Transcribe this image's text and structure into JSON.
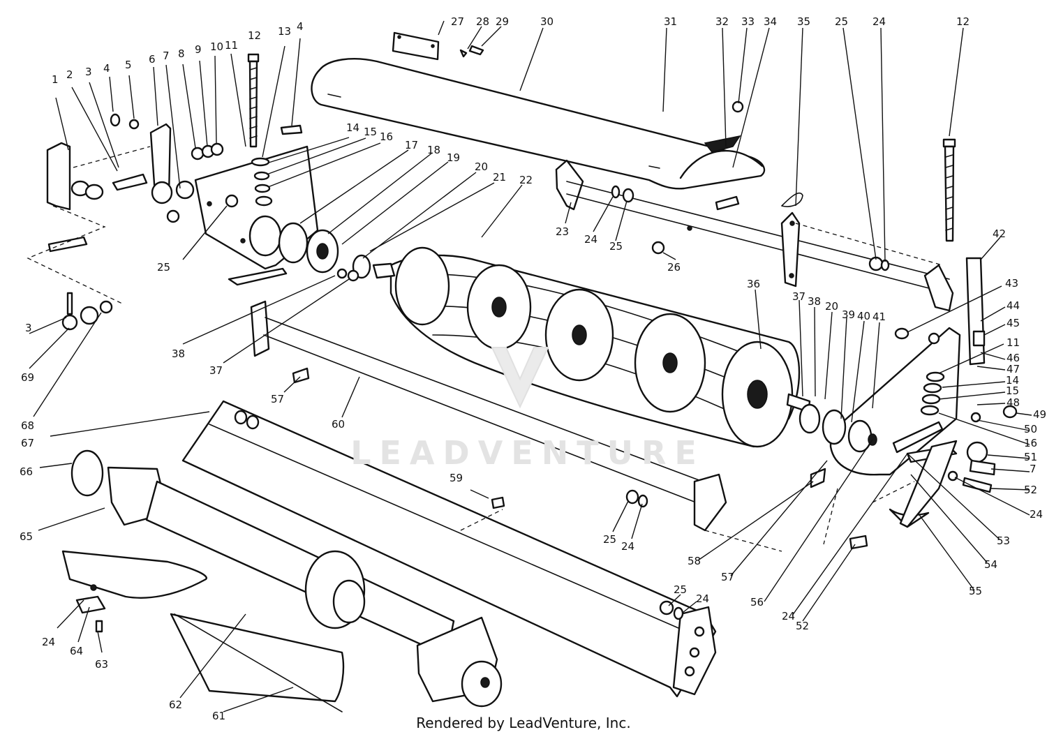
{
  "diagram": {
    "callouts": [
      "1",
      "2",
      "3",
      "3",
      "4",
      "4",
      "5",
      "6",
      "7",
      "7",
      "8",
      "9",
      "10",
      "11",
      "11",
      "12",
      "12",
      "13",
      "14",
      "14",
      "15",
      "15",
      "16",
      "16",
      "17",
      "18",
      "19",
      "20",
      "20",
      "21",
      "22",
      "23",
      "24",
      "24",
      "24",
      "24",
      "24",
      "24",
      "24",
      "25",
      "25",
      "25",
      "25",
      "25",
      "26",
      "27",
      "28",
      "29",
      "30",
      "31",
      "32",
      "33",
      "34",
      "35",
      "36",
      "37",
      "37",
      "38",
      "38",
      "39",
      "40",
      "41",
      "42",
      "43",
      "44",
      "45",
      "46",
      "47",
      "48",
      "49",
      "50",
      "51",
      "52",
      "52",
      "53",
      "54",
      "55",
      "56",
      "57",
      "57",
      "58",
      "59",
      "60",
      "61",
      "62",
      "63",
      "64",
      "65",
      "66",
      "67",
      "68",
      "69"
    ]
  },
  "watermark": {
    "text": "LEADVENTURE",
    "logo_icon": "leadventure-logo-icon"
  },
  "credit": "Rendered by LeadVenture, Inc."
}
